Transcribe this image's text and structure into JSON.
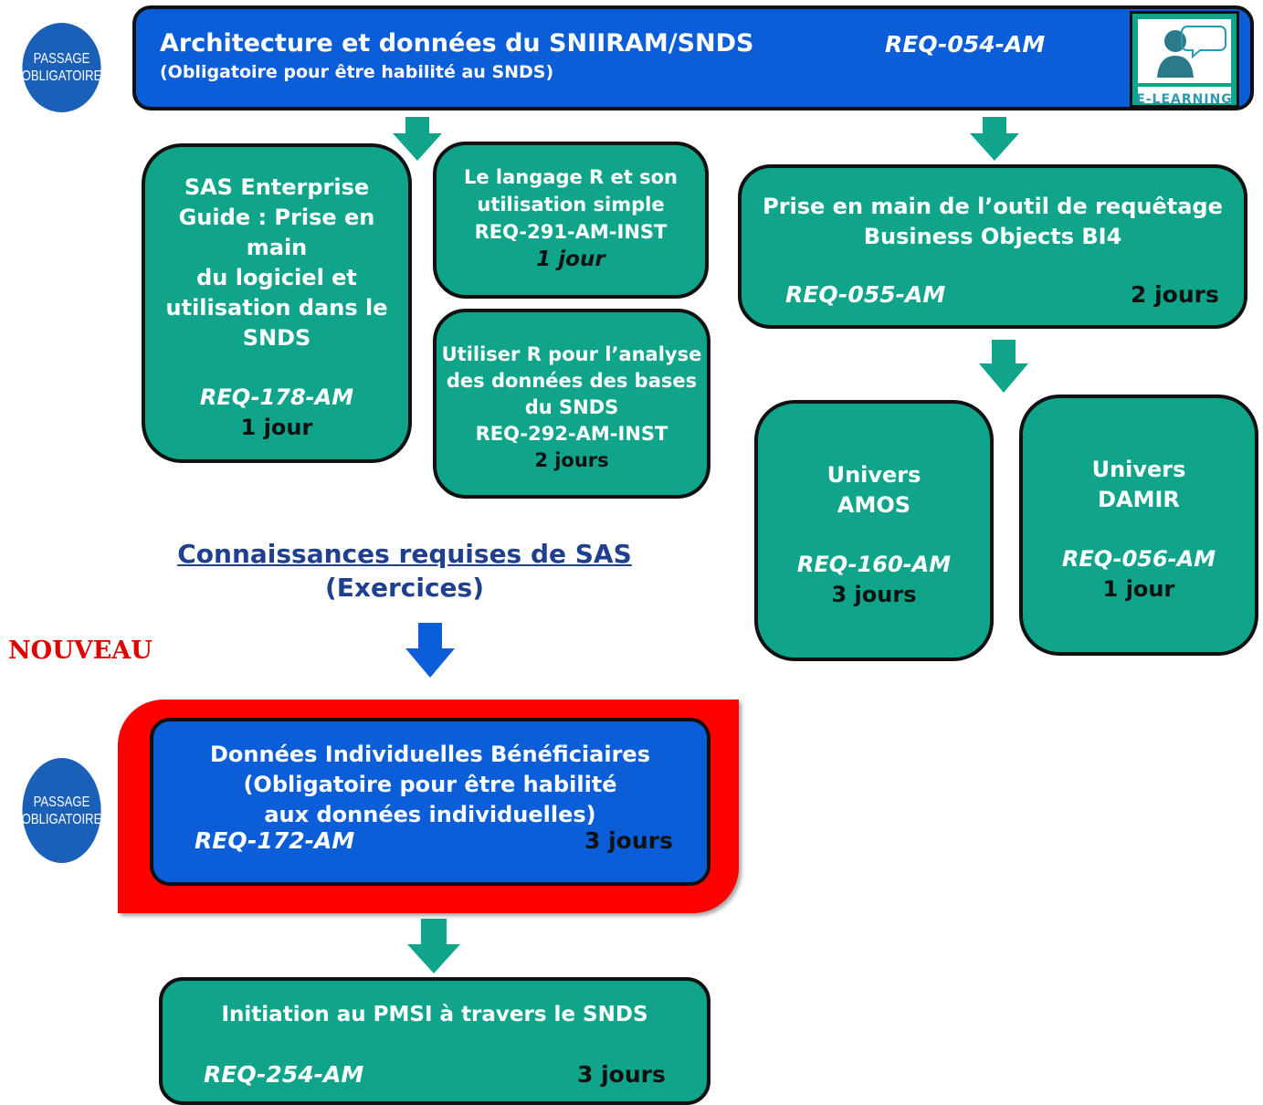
{
  "badges": {
    "top": {
      "line1": "PASSAGE",
      "line2": "OBLIGATOIRE"
    },
    "bottom": {
      "line1": "PASSAGE",
      "line2": "OBLIGATOIRE"
    }
  },
  "header": {
    "title": "Architecture et données du SNIIRAM/SNDS",
    "subtitle": "(Obligatoire pour être habilité au SNDS)",
    "code": "REQ-054-AM",
    "elearning_label": "E-LEARNING"
  },
  "sas_box": {
    "lines": [
      "SAS Enterprise",
      "Guide : Prise en",
      "main",
      "du logiciel et",
      "utilisation dans le",
      "SNDS"
    ],
    "code": "REQ-178-AM",
    "duration": "1 jour"
  },
  "r_box": {
    "lines": [
      "Le langage R et son",
      "utilisation simple",
      "REQ-291-AM-INST"
    ],
    "duration": "1 jour"
  },
  "r_analysis_box": {
    "lines": [
      "Utiliser R pour l’analyse",
      "des données des bases",
      "du SNDS",
      "REQ-292-AM-INST",
      "2 jours"
    ]
  },
  "bo_box": {
    "lines": [
      "Prise en main de l’outil de requêtage",
      "Business Objects BI4"
    ],
    "code": "REQ-055-AM",
    "duration": "2 jours"
  },
  "amos_box": {
    "lines": [
      "Univers",
      "AMOS"
    ],
    "code": "REQ-160-AM",
    "duration": "3 jours"
  },
  "damir_box": {
    "lines": [
      "Univers",
      "DAMIR"
    ],
    "code": "REQ-056-AM",
    "duration": "1 jour"
  },
  "sas_link": {
    "label": "Connaissances requises de SAS",
    "sub": "(Exercices)"
  },
  "new_label": "NOUVEAU",
  "dib_box": {
    "lines": [
      "Données Individuelles Bénéficiaires",
      "(Obligatoire pour être habilité",
      "aux données individuelles)"
    ],
    "code": "REQ-172-AM",
    "duration": "3 jours"
  },
  "pmsi_box": {
    "title": "Initiation au PMSI à travers le SNDS",
    "code": "REQ-254-AM",
    "duration": "3 jours"
  },
  "colors": {
    "green": "#10a58a",
    "blue": "#0b5ed8",
    "red": "#ff0000",
    "badge": "#1a5fb8",
    "link": "#1f3f8f"
  }
}
